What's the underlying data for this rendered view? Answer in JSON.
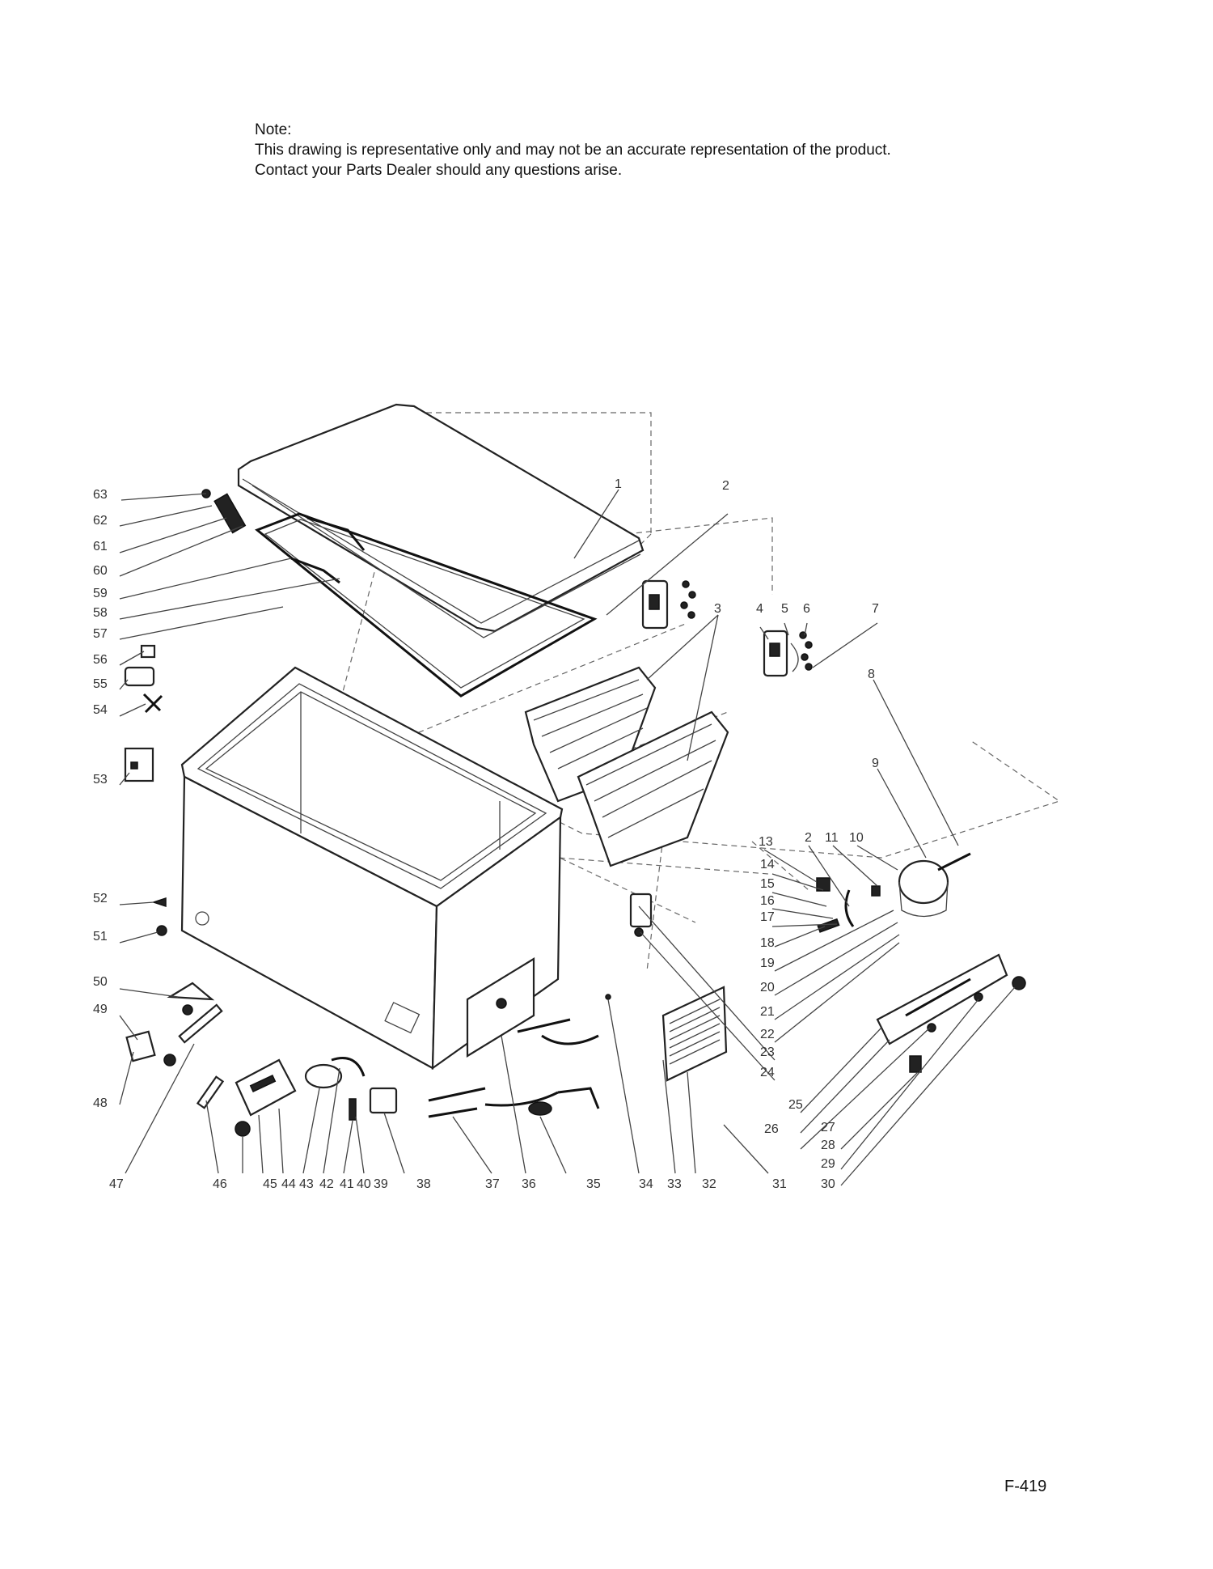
{
  "note": {
    "heading": "Note:",
    "line1": "This drawing is representative only and may not be an accurate representation of the product.",
    "line2": "Contact your Parts Dealer should any questions arise."
  },
  "page_code": "F-419",
  "callouts": [
    {
      "id": "1",
      "label": "1"
    },
    {
      "id": "2a",
      "label": "2"
    },
    {
      "id": "3",
      "label": "3"
    },
    {
      "id": "4",
      "label": "4"
    },
    {
      "id": "5",
      "label": "5"
    },
    {
      "id": "6",
      "label": "6"
    },
    {
      "id": "7",
      "label": "7"
    },
    {
      "id": "8",
      "label": "8"
    },
    {
      "id": "9",
      "label": "9"
    },
    {
      "id": "10",
      "label": "10"
    },
    {
      "id": "11",
      "label": "11"
    },
    {
      "id": "2b",
      "label": "2"
    },
    {
      "id": "13",
      "label": "13"
    },
    {
      "id": "14",
      "label": "14"
    },
    {
      "id": "15",
      "label": "15"
    },
    {
      "id": "16",
      "label": "16"
    },
    {
      "id": "17",
      "label": "17"
    },
    {
      "id": "18",
      "label": "18"
    },
    {
      "id": "19",
      "label": "19"
    },
    {
      "id": "20",
      "label": "20"
    },
    {
      "id": "21",
      "label": "21"
    },
    {
      "id": "22",
      "label": "22"
    },
    {
      "id": "23",
      "label": "23"
    },
    {
      "id": "24",
      "label": "24"
    },
    {
      "id": "25",
      "label": "25"
    },
    {
      "id": "26",
      "label": "26"
    },
    {
      "id": "27",
      "label": "27"
    },
    {
      "id": "28",
      "label": "28"
    },
    {
      "id": "29",
      "label": "29"
    },
    {
      "id": "30",
      "label": "30"
    },
    {
      "id": "31",
      "label": "31"
    },
    {
      "id": "32",
      "label": "32"
    },
    {
      "id": "33",
      "label": "33"
    },
    {
      "id": "34",
      "label": "34"
    },
    {
      "id": "35",
      "label": "35"
    },
    {
      "id": "36",
      "label": "36"
    },
    {
      "id": "37",
      "label": "37"
    },
    {
      "id": "38",
      "label": "38"
    },
    {
      "id": "39",
      "label": "39"
    },
    {
      "id": "40",
      "label": "40"
    },
    {
      "id": "41",
      "label": "41"
    },
    {
      "id": "42",
      "label": "42"
    },
    {
      "id": "43",
      "label": "43"
    },
    {
      "id": "44",
      "label": "44"
    },
    {
      "id": "45",
      "label": "45"
    },
    {
      "id": "46",
      "label": "46"
    },
    {
      "id": "47",
      "label": "47"
    },
    {
      "id": "48",
      "label": "48"
    },
    {
      "id": "49",
      "label": "49"
    },
    {
      "id": "50",
      "label": "50"
    },
    {
      "id": "51",
      "label": "51"
    },
    {
      "id": "52",
      "label": "52"
    },
    {
      "id": "53",
      "label": "53"
    },
    {
      "id": "54",
      "label": "54"
    },
    {
      "id": "55",
      "label": "55"
    },
    {
      "id": "56",
      "label": "56"
    },
    {
      "id": "57",
      "label": "57"
    },
    {
      "id": "58",
      "label": "58"
    },
    {
      "id": "59",
      "label": "59"
    },
    {
      "id": "60",
      "label": "60"
    },
    {
      "id": "61",
      "label": "61"
    },
    {
      "id": "62",
      "label": "62"
    },
    {
      "id": "63",
      "label": "63"
    }
  ]
}
